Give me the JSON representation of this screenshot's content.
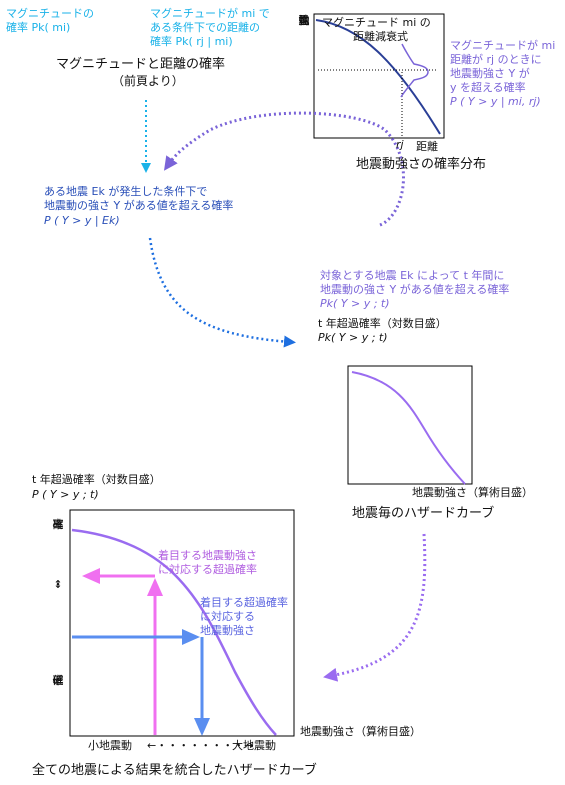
{
  "top_left": {
    "mag_prob_line1": "マグニチュードの",
    "mag_prob_line2": "確率 Pk( mi)",
    "cond_dist_line1": "マグニチュードが mi で",
    "cond_dist_line2": "ある条件下での距離の",
    "cond_dist_line3": "確率 Pk( rj | mi)",
    "title_line1": "マグニチュードと距離の確率",
    "title_line2": "（前頁より）"
  },
  "top_right": {
    "ylabel": [
      "地",
      "震",
      "動",
      "強",
      "さ"
    ],
    "attenuation_line1": "マグニチュード mi の",
    "attenuation_line2": "距離減衰式",
    "rj_label": "rj",
    "xlabel": "距離",
    "ann_line1": "マグニチュードが mi",
    "ann_line2": "距離が rj のときに",
    "ann_line3": "地震動強さ Y が",
    "ann_line4": "y を超える確率",
    "ann_line5": "P ( Y > y | mi, rj)",
    "caption": "地震動強さの確率分布"
  },
  "middle_left": {
    "line1": "ある地震 Ek が発生した条件下で",
    "line2": "地震動の強さ Y がある値を超える確率",
    "line3": "P ( Y > y | Ek)"
  },
  "middle_right": {
    "line1": "対象とする地震 Ek によって t 年間に",
    "line2": "地震動の強さ Y がある値を超える確率",
    "line3": "Pk( Y > y ; t)",
    "ylabel_line1": "t 年超過確率（対数目盛）",
    "ylabel_line2": "Pk( Y > y ; t)",
    "xlabel": "地震動強さ（算術目盛）",
    "caption": "地震毎のハザードカーブ"
  },
  "bottom": {
    "ylabel_line1": "t 年超過確率（対数目盛）",
    "ylabel_line2": "P ( Y > y ; t)",
    "high_prob": [
      "高",
      "確",
      "率"
    ],
    "arrow_dots": [
      "↑",
      "・",
      "・",
      "・",
      "↓"
    ],
    "low_prob": [
      "低",
      "確",
      "率"
    ],
    "ann_pink_line1": "着目する地震動強さ",
    "ann_pink_line2": "に対応する超過確率",
    "ann_blue_line1": "着目する超過確率",
    "ann_blue_line2": "に対応する",
    "ann_blue_line3": "地震動強さ",
    "small_eq": "小地震動",
    "range_arrow": "←・・・・・・・・→",
    "large_eq": "大地震動",
    "xlabel": "地震動強さ（算術目盛）",
    "caption": "全ての地震による結果を統合したハザードカーブ"
  },
  "colors": {
    "cyan": "#1ab2e8",
    "blue": "#1e6fe0",
    "purple": "#7a64d8",
    "curve": "#2a3f96",
    "pink": "#f070f0",
    "steel": "#5a8ef0",
    "violet_curve": "#9a6cf0"
  }
}
